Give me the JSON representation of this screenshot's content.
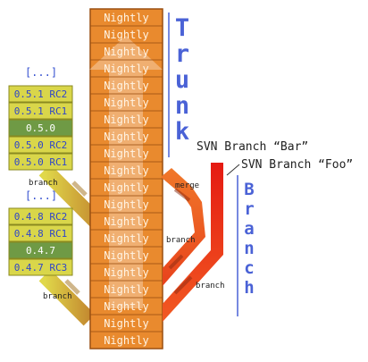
{
  "trunk": {
    "cell_label": "Nightly",
    "cell_count": 20,
    "title_letters": [
      "T",
      "r",
      "u",
      "n",
      "k"
    ]
  },
  "branch_title_letters": [
    "B",
    "r",
    "a",
    "n",
    "c",
    "h"
  ],
  "release_group_upper": {
    "ellipsis": "[...]",
    "tags": [
      {
        "label": "0.5.1 RC2",
        "kind": "rc"
      },
      {
        "label": "0.5.1 RC1",
        "kind": "rc"
      },
      {
        "label": "0.5.0",
        "kind": "release"
      },
      {
        "label": "0.5.0 RC2",
        "kind": "rc"
      },
      {
        "label": "0.5.0 RC1",
        "kind": "rc"
      }
    ]
  },
  "release_group_lower": {
    "ellipsis": "[...]",
    "tags": [
      {
        "label": "0.4.8 RC2",
        "kind": "rc"
      },
      {
        "label": "0.4.8 RC1",
        "kind": "rc"
      },
      {
        "label": "0.4.7",
        "kind": "release"
      },
      {
        "label": "0.4.7 RC3",
        "kind": "rc"
      }
    ]
  },
  "labels": {
    "svn_bar": "SVN Branch “Bar”",
    "svn_foo": "SVN Branch “Foo”",
    "branch_upper_left": "branch",
    "branch_lower_left": "branch",
    "branch_bar": "branch",
    "branch_foo": "branch",
    "merge": "merge"
  },
  "colors": {
    "trunk_fill": "#e98a2e",
    "trunk_border": "#9a4f10",
    "trunk_text": "#fff4e4",
    "trunk_title": "#4a62d6",
    "branch_title": "#4a62d6",
    "rc_fill": "#d9d64a",
    "release_fill": "#6f9a45",
    "tag_text": "#2f46c9",
    "release_text": "#ffffff",
    "ellipsis_text": "#3550d0",
    "red_branch": "#ee3b1e",
    "release_branch": "#c8bf35"
  }
}
